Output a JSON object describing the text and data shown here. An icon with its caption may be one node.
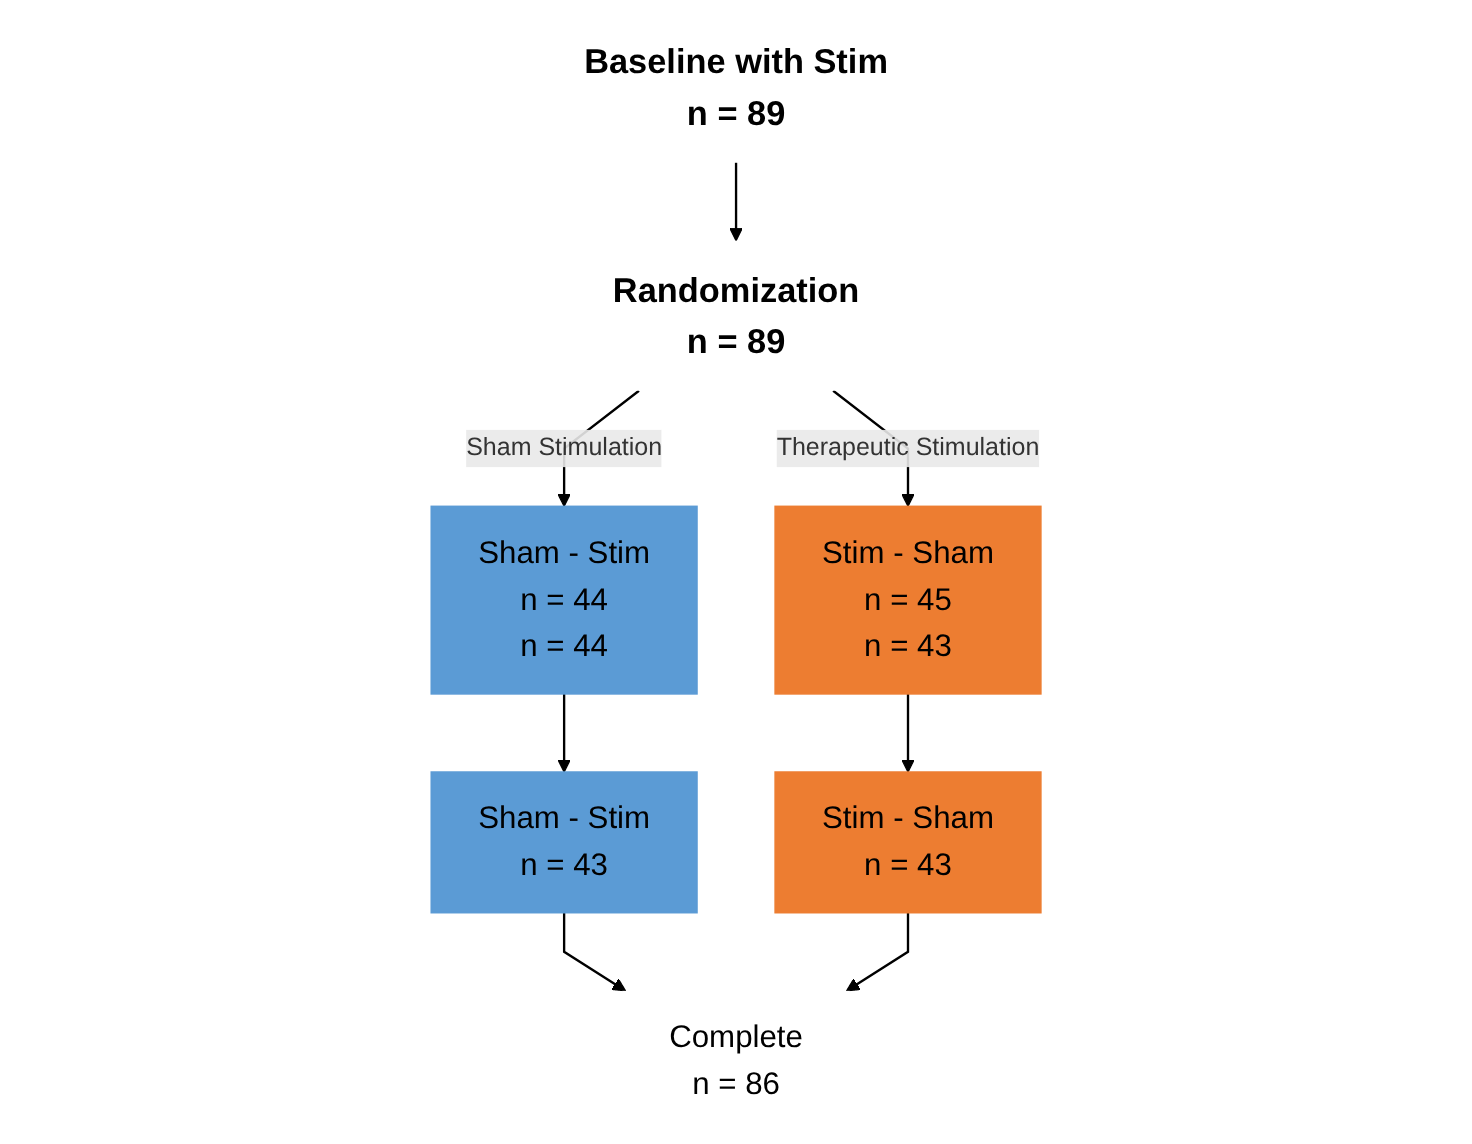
{
  "diagram": {
    "nodes": [
      {
        "text": [
          "Baseline with Stim",
          "n = 89"
        ]
      },
      {
        "text": [
          "Randomization",
          "n = 89"
        ]
      },
      {
        "text": [
          "Stim - Sham",
          "n = 45",
          "n = 43"
        ]
      },
      {
        "text": [
          "Sham - Stim",
          "n = 44",
          "n = 44"
        ]
      },
      {
        "text": [
          "Sham - Stim",
          "n = 43"
        ]
      },
      {
        "text": [
          "Stim - Sham",
          "n = 43"
        ]
      },
      {
        "text": [
          "Complete",
          "n = 86"
        ]
      }
    ],
    "edges": [
      {
        "from": 0,
        "to": 1,
        "arrow": "to"
      },
      {
        "from": 1,
        "to": 2,
        "arrow": "to",
        "label": "Therapeutic Stimulation"
      },
      {
        "from": 1,
        "to": 3,
        "arrow": "to",
        "label": "Sham Stimulation"
      },
      {
        "from": 2,
        "to": 5,
        "arrow": "to"
      },
      {
        "from": 3,
        "to": 4,
        "arrow": "to"
      },
      {
        "from": 4,
        "to": 6,
        "arrow": "to"
      },
      {
        "from": 5,
        "to": 6,
        "arrow": "to"
      }
    ]
  }
}
